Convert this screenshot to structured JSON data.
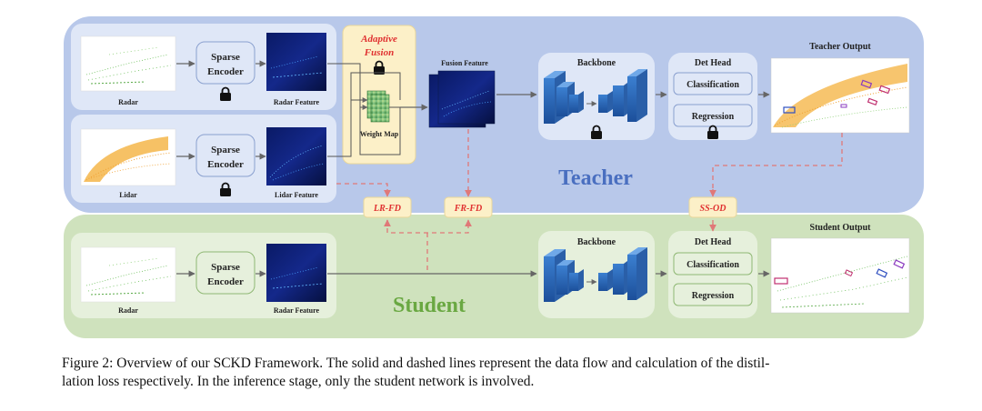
{
  "teacher": {
    "label": "Teacher",
    "radar_label": "Radar",
    "radar_feature_label": "Radar Feature",
    "lidar_label": "Lidar",
    "lidar_feature_label": "Lidar Feature",
    "sparse_encoder_line1": "Sparse",
    "sparse_encoder_line2": "Encoder",
    "adaptive_fusion_line1": "Adaptive",
    "adaptive_fusion_line2": "Fusion",
    "weight_map_label": "Weight Map",
    "fusion_feature_label": "Fusion Feature",
    "backbone_label": "Backbone",
    "det_head_label": "Det Head",
    "classification_label": "Classification",
    "regression_label": "Regression",
    "output_label": "Teacher Output"
  },
  "student": {
    "label": "Student",
    "radar_label": "Radar",
    "radar_feature_label": "Radar Feature",
    "sparse_encoder_line1": "Sparse",
    "sparse_encoder_line2": "Encoder",
    "backbone_label": "Backbone",
    "det_head_label": "Det Head",
    "classification_label": "Classification",
    "regression_label": "Regression",
    "output_label": "Student Output"
  },
  "distillation": {
    "lr_fd": "LR-FD",
    "fr_fd": "FR-FD",
    "ss_od": "SS-OD"
  },
  "colors": {
    "teacher_bg": "#b8c8ea",
    "student_bg": "#cfe2bd",
    "teacher_text": "#4a6fc0",
    "student_text": "#6aa842",
    "fusion_bg": "#fcf0c8",
    "fusion_text": "#e03030",
    "dashed": "#e07878",
    "feature_map": "#0a1a66"
  },
  "caption": {
    "line1": "Figure 2: Overview of our SCKD Framework. The solid and dashed lines represent the data flow and calculation of the distil-",
    "line2": "lation loss respectively. In the inference stage, only the student network is involved."
  }
}
